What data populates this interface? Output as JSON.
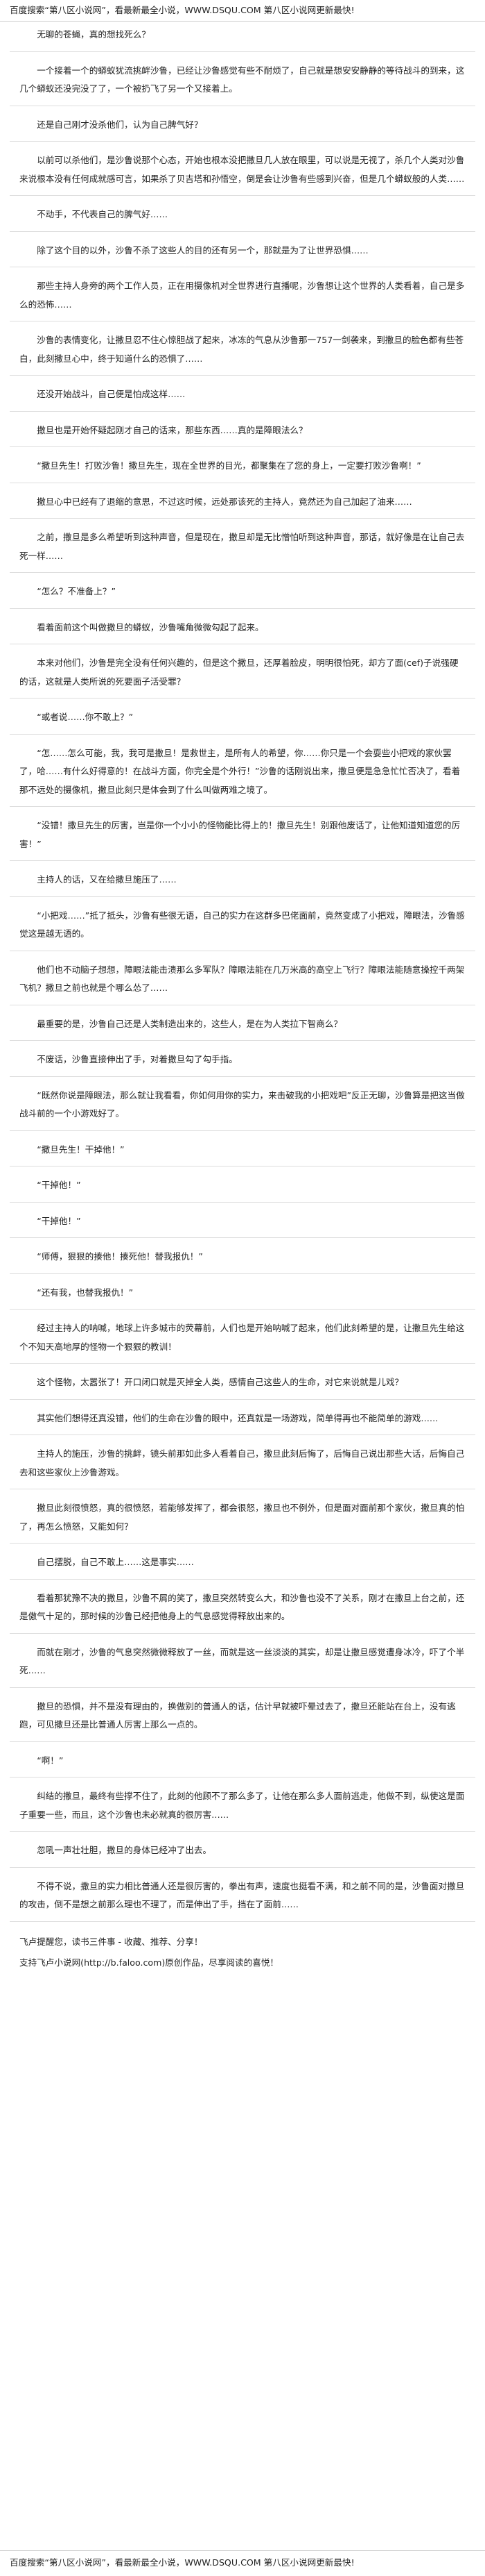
{
  "header": {
    "banner": "百度搜索“第八区小说网”，看最新最全小说，WWW.DSQU.COM  第八区小说网更新最快!"
  },
  "paragraphs": [
    "无聊的苍蝇，真的想找死么？",
    "一个接着一个的蟒蚁犹流挑衅沙鲁，已经让沙鲁感觉有些不耐烦了，自己就是想安安静静的等待战斗的到来，这几个蟒蚁还没完没了了，一个被扔飞了另一个又接着上。",
    "还是自己刚才没杀他们，认为自己脾气好？",
    "以前可以杀他们，是沙鲁说那个心态，开始也根本没把撒旦几人放在眼里，可以说是无视了，杀几个人类对沙鲁来说根本没有任何成就感可言，如果杀了贝吉塔和孙悟空，倒是会让沙鲁有些感到兴奋，但是几个蟒蚁般的人类……",
    "不动手，不代表自己的脾气好……",
    "除了这个目的以外，沙鲁不杀了这些人的目的还有另一个，那就是为了让世界恐惧……",
    "那些主持人身旁的两个工作人员，正在用摄像机对全世界进行直播呢，沙鲁想让这个世界的人类看着，自己是多么的恐怖……",
    "沙鲁的表情变化，让撒旦忍不住心惊胆战了起来，冰冻的气息从沙鲁那一757一剑袭来，到撒旦的脸色都有些苍白，此刻撒旦心中，终于知道什么的恐惧了……",
    "还没开始战斗，自己便是怕成这样……",
    "撒旦也是开始怀疑起刚才自己的话来，那些东西……真的是障眼法么？",
    "“撒旦先生！打败沙鲁！撒旦先生，现在全世界的目光，都聚集在了您的身上，一定要打败沙鲁啊！”",
    "撒旦心中已经有了退缩的意思，不过这时候，远处那该死的主持人，竟然还为自己加起了油来……",
    "之前，撒旦是多么希望听到这种声音，但是现在，撒旦却是无比憎怕听到这种声音，那话，就好像是在让自己去死一样……",
    "“怎么？不准备上？”",
    "看着面前这个叫做撒旦的蟒蚁，沙鲁嘴角微微勾起了起来。",
    "本来对他们，沙鲁是完全没有任何兴趣的，但是这个撒旦，还厚着脸皮，明明很怕死，却方了面(cef)子说强硬的话，这就是人类所说的死要面子活受罪？",
    "“或者说……你不敢上？”",
    "“怎……怎么可能，我，我可是撒旦！是救世主，是所有人的希望，你……你只是一个会耍些小把戏的家伙罢了，哈……有什么好得意的！在战斗方面，你完全是个外行！”沙鲁的话刚说出来，撒旦便是急急忙忙否决了，看着那不远处的摄像机，撒旦此刻只是体会到了什么叫做两难之境了。",
    "“没错！撒旦先生的厉害，岂是你一个小小的怪物能比得上的！撒旦先生！别跟他废话了，让他知道知道您的厉害！”",
    "主持人的话，又在给撒旦施压了……",
    "“小把戏……”抵了抵头，沙鲁有些很无语，自己的实力在这群多巴佬面前，竟然变成了小把戏，障眼法，沙鲁感觉这是越无语的。",
    "他们也不动脑子想想，障眼法能击溃那么多军队？障眼法能在几万米高的高空上飞行？障眼法能随意操控千两架飞机？撒旦之前也就是个哪么怂了……",
    "最重要的是，沙鲁自己还是人类制造出来的，这些人，是在为人类拉下智商么？",
    "不废话，沙鲁直接伸出了手，对着撒旦勾了勾手指。",
    "“既然你说是障眼法，那么就让我看看，你如何用你的实力，来击破我的小把戏吧”反正无聊，沙鲁算是把这当做战斗前的一个小游戏好了。",
    "“撒旦先生！干掉他！”",
    "“干掉他！”",
    "“干掉他！”",
    "“师傅，狠狠的揍他！揍死他！替我报仇！”",
    "“还有我，也替我报仇！”",
    "经过主持人的呐喊，地球上许多城市的荧幕前，人们也是开始呐喊了起来，他们此刻希望的是，让撒旦先生给这个不知天高地厚的怪物一个狠狠的教训！",
    "这个怪物，太嚣张了！开口闭口就是灭掉全人类，感情自己这些人的生命，对它来说就是儿戏？",
    "其实他们想得还真没错，他们的生命在沙鲁的眼中，还真就是一场游戏，简单得再也不能简单的游戏……",
    "主持人的施压，沙鲁的挑衅，镜头前那如此多人看着自己，撒旦此刻后悔了，后悔自己说出那些大话，后悔自己去和这些家伙上沙鲁游戏。",
    "撒旦此刻很愤怒，真的很愤怒，若能够发挥了，都会很怒，撒旦也不例外，但是面对面前那个家伙，撒旦真的怕了，再怎么愤怒，又能如何？",
    "自己摆脱，自己不敢上……这是事实……",
    "看着那犹豫不决的撒旦，沙鲁不屑的笑了，撒旦突然转变么大，和沙鲁也没不了关系，刚才在撒旦上台之前，还是傲气十足的，那时候的沙鲁已经把他身上的气息感觉得释放出来的。",
    "而就在刚才，沙鲁的气息突然微微释放了一丝，而就是这一丝淡淡的其实，却是让撒旦感觉遭身冰冷，吓了个半死……",
    "撒旦的恐惧，并不是没有理由的，换做别的普通人的话，估计早就被吓晕过去了，撒旦还能站在台上，没有逃跑，可见撒旦还是比普通人厉害上那么一点的。",
    "“啊！”",
    "纠结的撒旦，最终有些撑不住了，此刻的他顾不了那么多了，让他在那么多人面前逃走，他做不到，纵使这是面子重要一些，而且，这个沙鲁也未必就真的很厉害……",
    "忽吼一声壮壮胆，撒旦的身体已经冲了出去。",
    "不得不说，撒旦的实力相比普通人还是很厉害的，拳出有声，速度也挺看不满，和之前不同的是，沙鲁面对撒旦的攻击，倒不是想之前那么理也不理了，而是伸出了手，挡在了面前……"
  ],
  "footer": {
    "note1": "飞卢提醒您，读书三件事 - 收藏、推荐、分享！",
    "note2": "支持飞卢小说网(http://b.faloo.com)原创作品，尽享阅读的喜悦！"
  },
  "bottom": {
    "banner": "百度搜索“第八区小说网”，看最新最全小说，WWW.DSQU.COM  第八区小说网更新最快!"
  }
}
